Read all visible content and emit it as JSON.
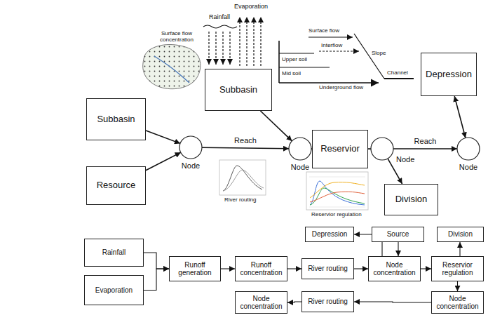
{
  "diagram": {
    "nodes": [
      {
        "text": [
          "Subbasin"
        ]
      },
      {
        "text": [
          "Resource"
        ]
      },
      {
        "text": [
          "Node"
        ]
      },
      {
        "text": [
          "Subbasin"
        ]
      },
      {
        "text": [
          "Node"
        ]
      },
      {
        "text": [
          "Reservior"
        ]
      },
      {
        "text": [
          "Depression"
        ]
      },
      {
        "text": [
          "Node"
        ]
      },
      {
        "text": [
          "Node"
        ]
      },
      {
        "text": [
          "Division"
        ]
      },
      {
        "text": [
          "Rainfall"
        ]
      },
      {
        "text": [
          "Evaporation"
        ]
      },
      {
        "text": [
          "Runoff generation"
        ]
      },
      {
        "text": [
          "Runoff concentration"
        ]
      },
      {
        "text": [
          "River routing"
        ]
      },
      {
        "text": [
          "Depression"
        ]
      },
      {
        "text": [
          "Source"
        ]
      },
      {
        "text": [
          "Node concentration"
        ]
      },
      {
        "text": [
          "Division"
        ]
      },
      {
        "text": [
          "Reservior regulation"
        ]
      },
      {
        "text": [
          "Node concentration"
        ]
      },
      {
        "text": [
          "River routing"
        ]
      },
      {
        "text": [
          "Node concentration"
        ]
      }
    ],
    "edges": [
      {
        "from": 0,
        "to": 2,
        "arrow": "to"
      },
      {
        "from": 1,
        "to": 2,
        "arrow": "to"
      },
      {
        "from": 2,
        "to": 4,
        "label": "Reach",
        "arrow": "to"
      },
      {
        "from": 3,
        "to": 4,
        "arrow": "to"
      },
      {
        "from": 4,
        "to": 5,
        "arrow": "none"
      },
      {
        "from": 5,
        "to": 7,
        "arrow": "none"
      },
      {
        "from": 7,
        "to": 8,
        "label": "Reach",
        "arrow": "to"
      },
      {
        "from": 7,
        "to": 9,
        "arrow": "to"
      },
      {
        "from": 6,
        "to": 8,
        "arrow": "both"
      },
      {
        "from": 10,
        "to": 12,
        "arrow": "to"
      },
      {
        "from": 11,
        "to": 12,
        "arrow": "to"
      },
      {
        "from": 12,
        "to": 13,
        "arrow": "to"
      },
      {
        "from": 13,
        "to": 14,
        "arrow": "to"
      },
      {
        "from": 14,
        "to": 17,
        "arrow": "to"
      },
      {
        "from": 17,
        "to": 15,
        "arrow": "to"
      },
      {
        "from": 16,
        "to": 17,
        "arrow": "to"
      },
      {
        "from": 17,
        "to": 19,
        "arrow": "to"
      },
      {
        "from": 19,
        "to": 18,
        "arrow": "to"
      },
      {
        "from": 19,
        "to": 20,
        "arrow": "to"
      },
      {
        "from": 20,
        "to": 21,
        "arrow": "to"
      },
      {
        "from": 21,
        "to": 22,
        "arrow": "to"
      }
    ],
    "labels": [
      "Surface flow concentration",
      "Rainfall",
      "Evaporation",
      "Surface flow",
      "Interflow",
      "Upper soil",
      "Mid soil",
      "Slope",
      "Channel",
      "Underground flow",
      "River routing",
      "Reservior regulation"
    ]
  }
}
